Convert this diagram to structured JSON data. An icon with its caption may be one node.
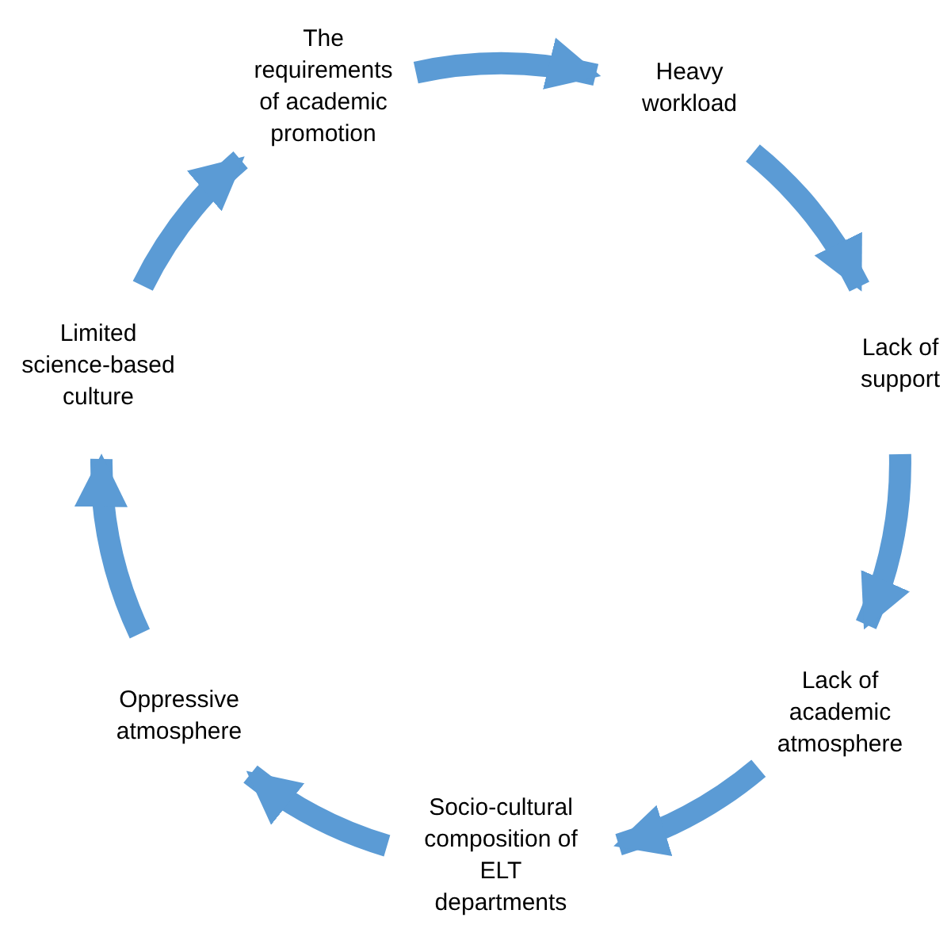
{
  "diagram": {
    "nodes": [
      {
        "text": [
          "The requirements of academic promotion"
        ]
      },
      {
        "text": [
          "Heavy workload"
        ]
      },
      {
        "text": [
          "Lack of support"
        ]
      },
      {
        "text": [
          "Lack of academic atmosphere"
        ]
      },
      {
        "text": [
          "Socio-cultural composition of ELT departments"
        ]
      },
      {
        "text": [
          "Oppressive atmosphere"
        ]
      },
      {
        "text": [
          "Limited science-based culture"
        ]
      }
    ],
    "edges": [
      {
        "from": 0,
        "to": 1,
        "arrow": "to"
      },
      {
        "from": 1,
        "to": 2,
        "arrow": "to"
      },
      {
        "from": 2,
        "to": 3,
        "arrow": "to"
      },
      {
        "from": 3,
        "to": 4,
        "arrow": "to"
      },
      {
        "from": 4,
        "to": 5,
        "arrow": "to"
      },
      {
        "from": 5,
        "to": 6,
        "arrow": "to"
      },
      {
        "from": 6,
        "to": 0,
        "arrow": "to"
      }
    ]
  }
}
